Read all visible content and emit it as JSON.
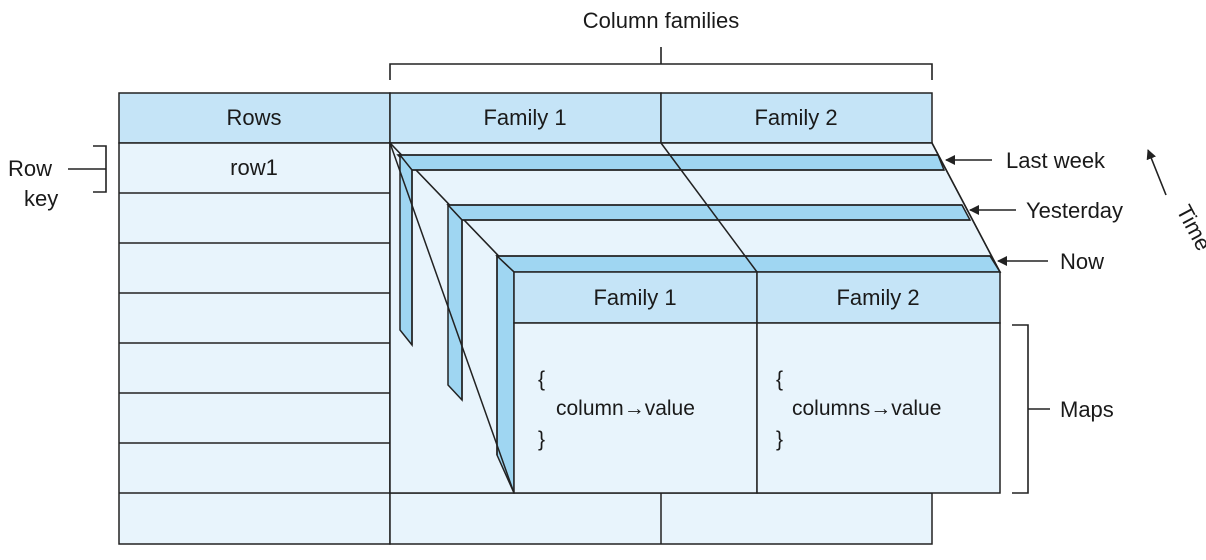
{
  "labels": {
    "column_families": "Column families",
    "rows_header": "Rows",
    "family1": "Family 1",
    "family2": "Family 2",
    "row1": "row1",
    "row_key_line1": "Row",
    "row_key_line2": "key",
    "last_week": "Last week",
    "yesterday": "Yesterday",
    "now": "Now",
    "time": "Time",
    "maps": "Maps",
    "brace_open": "{",
    "brace_close": "}",
    "map1": "column→value",
    "map2": "columns→value"
  },
  "colors": {
    "header_fill": "#c5e4f7",
    "cell_fill": "#e8f4fc",
    "stripe_fill": "#9fd6f2",
    "stroke": "#222222"
  }
}
